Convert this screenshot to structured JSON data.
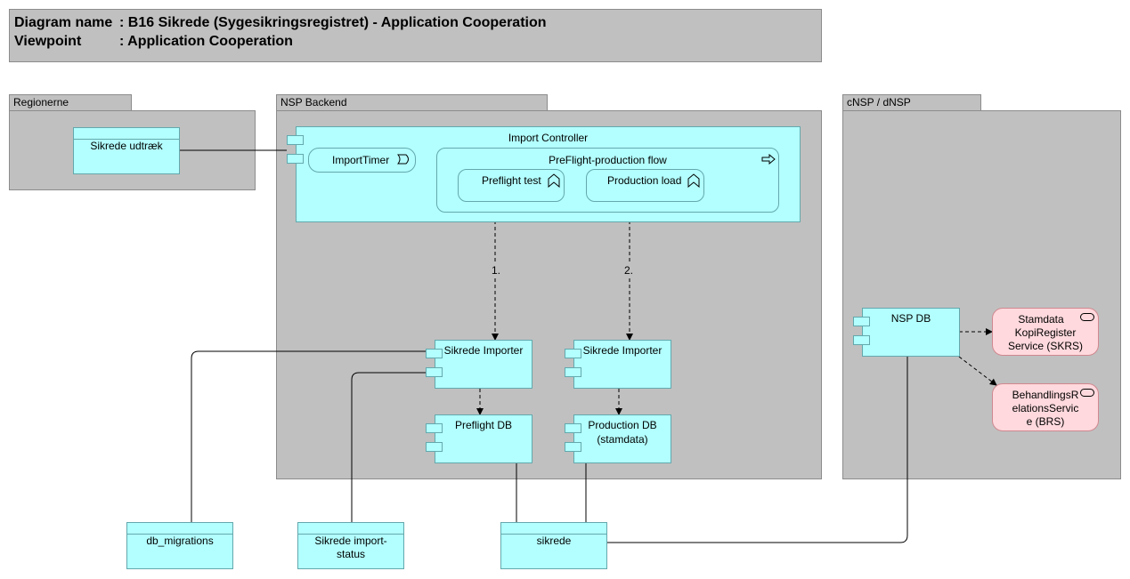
{
  "header": {
    "diagram_name_key": "Diagram name",
    "diagram_name_value": ": B16 Sikrede (Sygesikringsregistret) - Application Cooperation",
    "viewpoint_key": "Viewpoint",
    "viewpoint_value": ": Application Cooperation"
  },
  "groups": {
    "regionerne": "Regionerne",
    "nsp_backend": "NSP Backend",
    "cnsp": "cNSP / dNSP"
  },
  "elements": {
    "sikrede_udtraek": "Sikrede udtræk",
    "import_controller": "Import Controller",
    "import_timer": "ImportTimer",
    "preflight_flow": "PreFlight-production flow",
    "preflight_test": "Preflight test",
    "production_load": "Production load",
    "sikrede_importer_1": "Sikrede Importer",
    "sikrede_importer_2": "Sikrede Importer",
    "preflight_db": "Preflight DB",
    "production_db_line1": "Production DB",
    "production_db_line2": "(stamdata)",
    "nsp_db": "NSP DB",
    "skrs_line1": "Stamdata",
    "skrs_line2": "KopiRegister",
    "skrs_line3": "Service (SKRS)",
    "brs_line1": "BehandlingsR",
    "brs_line2": "elationsServic",
    "brs_line3": "e (BRS)",
    "db_migrations": "db_migrations",
    "import_status_line1": "Sikrede import-",
    "import_status_line2": "status",
    "sikrede": "sikrede"
  },
  "edge_labels": {
    "step1": "1.",
    "step2": "2."
  },
  "colors": {
    "group_fill": "#c0c0c0",
    "application_fill": "#b3ffff",
    "service_fill": "#ffd9dd"
  }
}
